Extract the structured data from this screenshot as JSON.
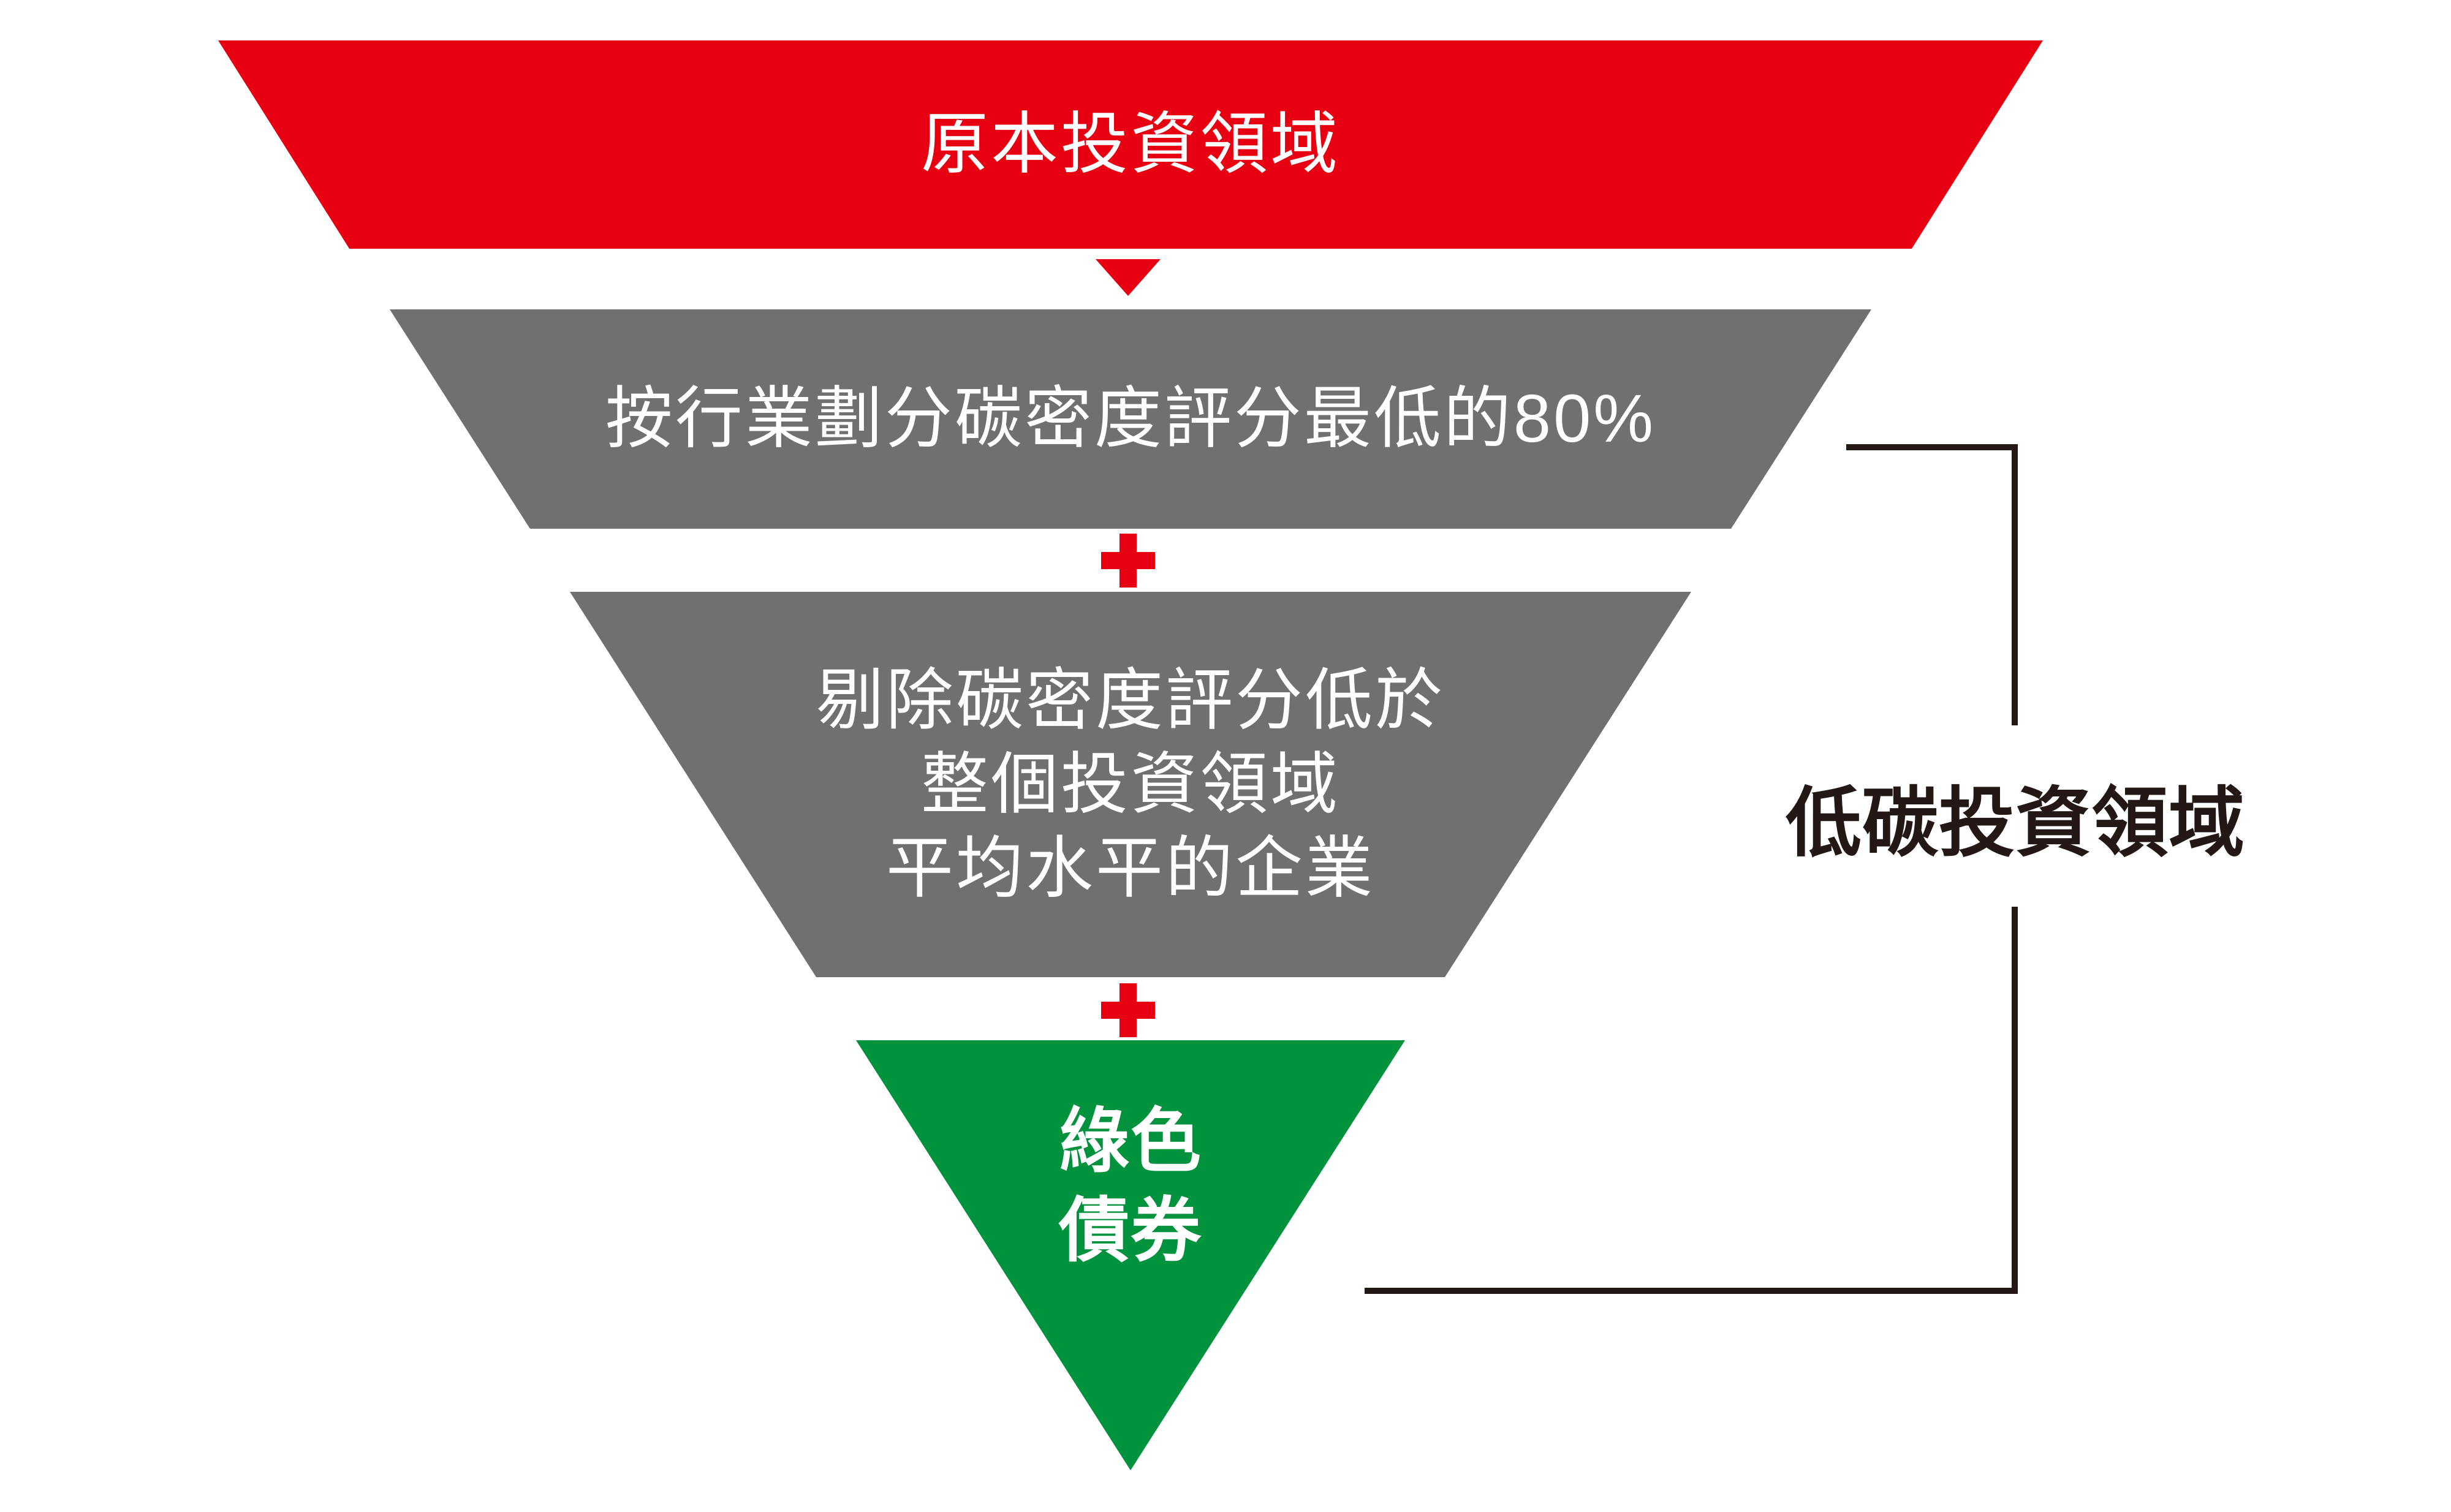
{
  "page": {
    "background_color": "#FFFFFF"
  },
  "funnel": {
    "stages": [
      {
        "name": "original-investment-universe",
        "shape": "trapezoid",
        "fill_color": "#E60012",
        "text_color": "#FFFFFF",
        "label_lines": [
          "原本投資領域"
        ]
      },
      {
        "name": "lowest-80-percent-carbon-intensity-by-sector",
        "shape": "trapezoid",
        "fill_color": "#717071",
        "text_color": "#FFFFFF",
        "label_lines": [
          "按行業劃分碳密度評分最低的80%"
        ]
      },
      {
        "name": "exclude-companies-below-universe-average",
        "shape": "trapezoid",
        "fill_color": "#717071",
        "text_color": "#FFFFFF",
        "label_lines": [
          "剔除碳密度評分低於",
          "整個投資領域",
          "平均水平的企業"
        ]
      },
      {
        "name": "green-bonds",
        "shape": "triangle",
        "fill_color": "#00923C",
        "text_color": "#FFFFFF",
        "label_lines": [
          "綠色",
          "債券"
        ]
      }
    ],
    "connectors": [
      {
        "type": "arrow-down",
        "color": "#E60012"
      },
      {
        "type": "plus",
        "color": "#E60012"
      },
      {
        "type": "plus",
        "color": "#E60012"
      }
    ]
  },
  "annotation": {
    "label": "低碳投資領域",
    "text_color": "#231815",
    "line_color": "#231815"
  }
}
